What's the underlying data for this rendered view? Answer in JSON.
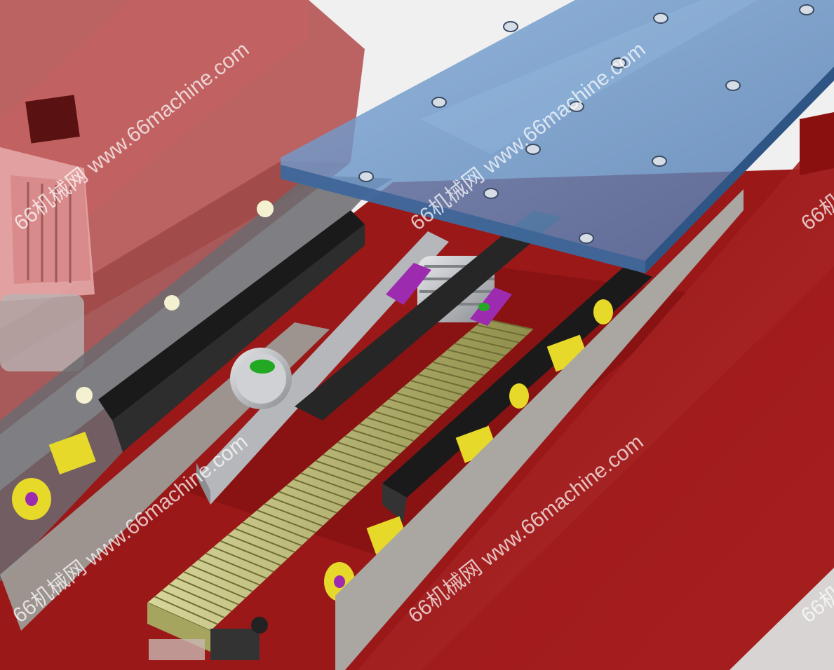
{
  "watermark": {
    "text": "66机械网 www.66machine.com",
    "partial_right": "66机械",
    "partial_bottom_right": "66机"
  },
  "colors": {
    "frame_red": "#9a1818",
    "frame_dark_red": "#5e0b0b",
    "plate_blue": "#5f8fc4",
    "rack_yellow": "#b9b86a",
    "rail_black": "#1a1a1a",
    "roller_yellow": "#e6d92a",
    "bracket_purple": "#9d2bb0",
    "gear_steel": "#b9bcc0",
    "motor_pink": "#d98a8a"
  }
}
